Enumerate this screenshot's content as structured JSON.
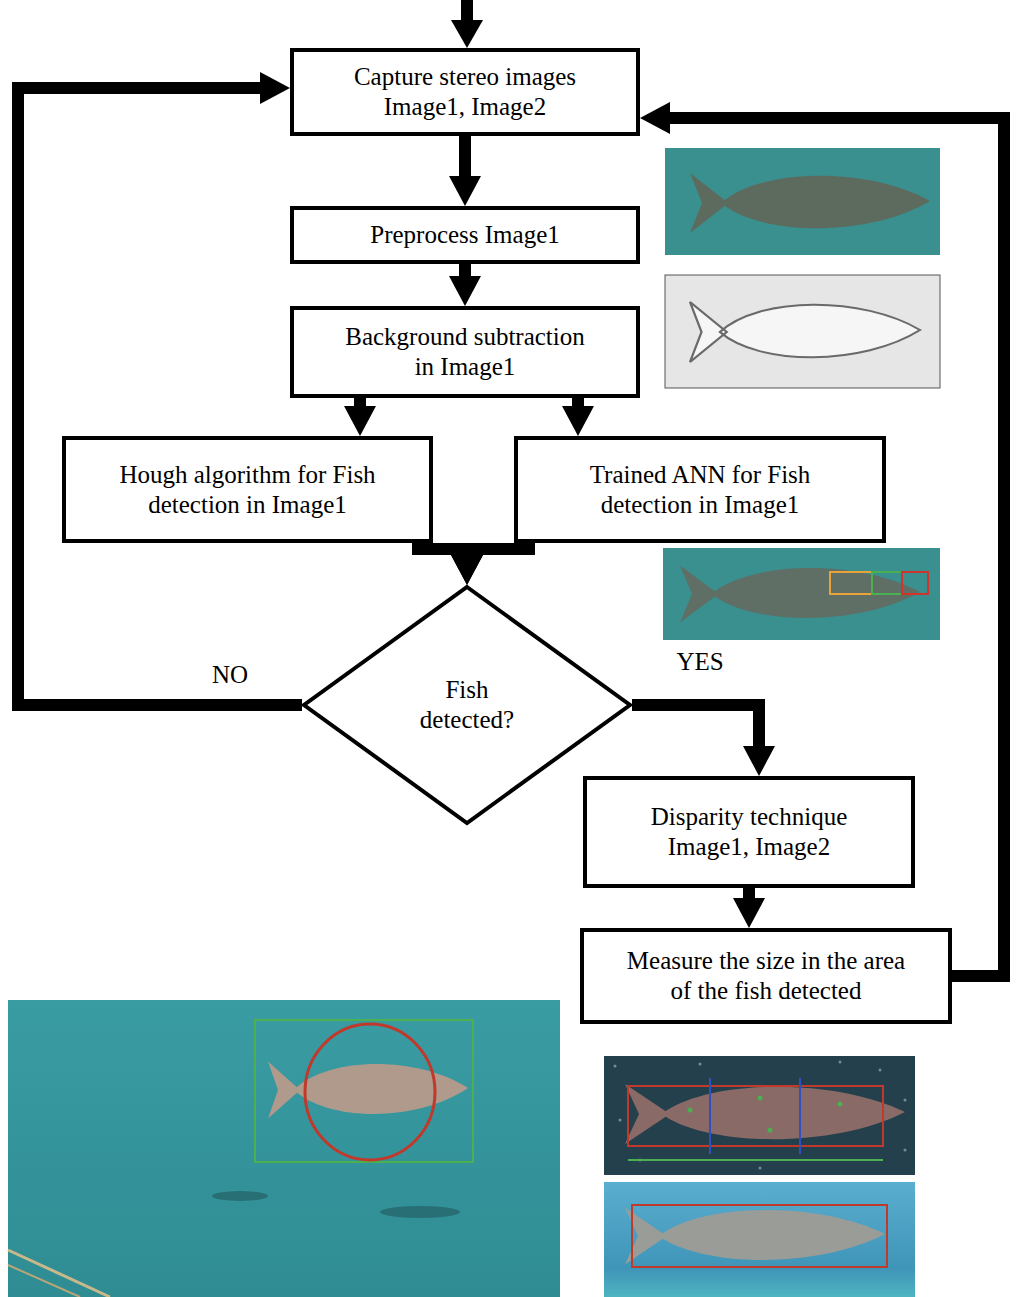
{
  "diagram": {
    "nodes": [
      {
        "text": [
          "Capture stereo images Image1, Image2"
        ]
      },
      {
        "text": [
          "Preprocess Image1"
        ]
      },
      {
        "text": [
          "Background subtraction in Image1"
        ]
      },
      {
        "text": [
          "Hough algorithm for Fish detection in Image1"
        ]
      },
      {
        "text": [
          "Trained ANN for Fish detection in Image1"
        ]
      },
      {
        "text": [
          "Fish detected?"
        ]
      },
      {
        "text": [
          "Disparity technique Image1, Image2"
        ]
      },
      {
        "text": [
          "Measure the size in the area of the fish detected"
        ]
      }
    ],
    "edges": [
      {
        "from": 0,
        "to": 1,
        "arrow": "to"
      },
      {
        "from": 1,
        "to": 2,
        "arrow": "to"
      },
      {
        "from": 2,
        "to": 3,
        "arrow": "to"
      },
      {
        "from": 2,
        "to": 4,
        "arrow": "to"
      },
      {
        "from": 3,
        "to": 5,
        "arrow": "to"
      },
      {
        "from": 4,
        "to": 5,
        "arrow": "to"
      },
      {
        "from": 5,
        "to": 0,
        "label": "NO",
        "arrow": "to"
      },
      {
        "from": 5,
        "to": 6,
        "label": "YES",
        "arrow": "to"
      },
      {
        "from": 6,
        "to": 7,
        "arrow": "to"
      },
      {
        "from": 7,
        "to": 0,
        "arrow": "to"
      }
    ]
  }
}
